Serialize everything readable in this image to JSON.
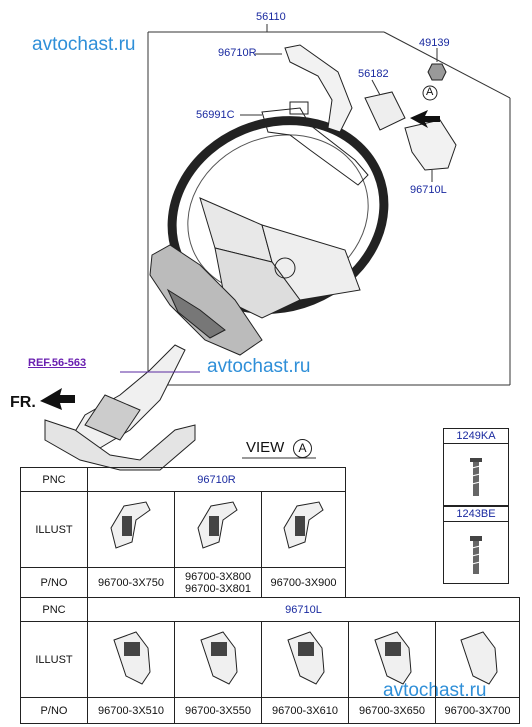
{
  "watermarks": [
    "avtochast.ru",
    "avtochast.ru",
    "avtochast.ru"
  ],
  "callouts": {
    "assembly": "56110",
    "paddle_right": "96710R",
    "nut": "49139",
    "bracket": "56182",
    "view_marker": "A",
    "harness": "56991C",
    "paddle_left": "96710L",
    "ref": "REF.56-563",
    "front": "FR."
  },
  "view_label": "VIEW",
  "view_letter": "A",
  "table_right": {
    "pnc_label": "PNC",
    "pnc": "96710R",
    "illust_label": "ILLUST",
    "pno_label": "P/NO",
    "parts": [
      [
        "96700-3X750"
      ],
      [
        "96700-3X800",
        "96700-3X801"
      ],
      [
        "96700-3X900"
      ]
    ]
  },
  "table_left": {
    "pnc_label": "PNC",
    "pnc": "96710L",
    "illust_label": "ILLUST",
    "pno_label": "P/NO",
    "parts": [
      "96700-3X510",
      "96700-3X550",
      "96700-3X610",
      "96700-3X650",
      "96700-3X700"
    ]
  },
  "screws": [
    "1249KA",
    "1243BE"
  ]
}
